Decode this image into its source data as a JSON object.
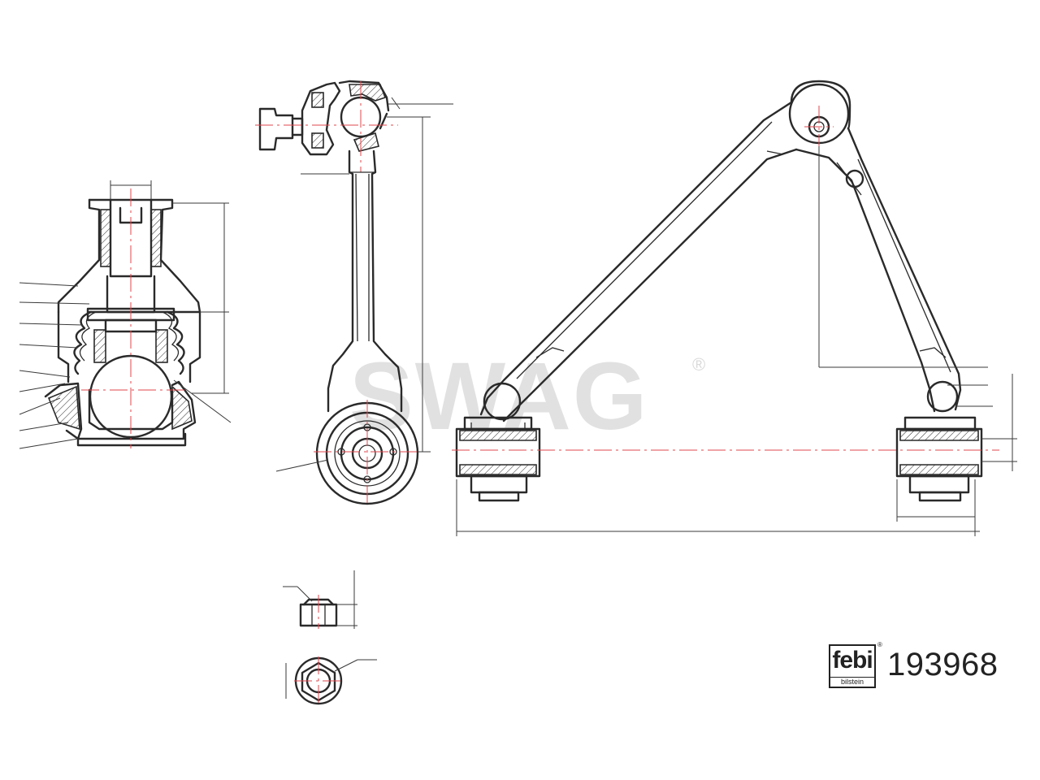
{
  "watermark": {
    "text": "SWAG",
    "mark": "®",
    "color": "#c9c9c9"
  },
  "brand": {
    "logo_text": "febi",
    "logo_subtext": "bilstein",
    "logo_mark": "®"
  },
  "part_number": "193968",
  "colors": {
    "line": "#2a2a2a",
    "centerline": "#e0474c",
    "background": "#ffffff"
  }
}
